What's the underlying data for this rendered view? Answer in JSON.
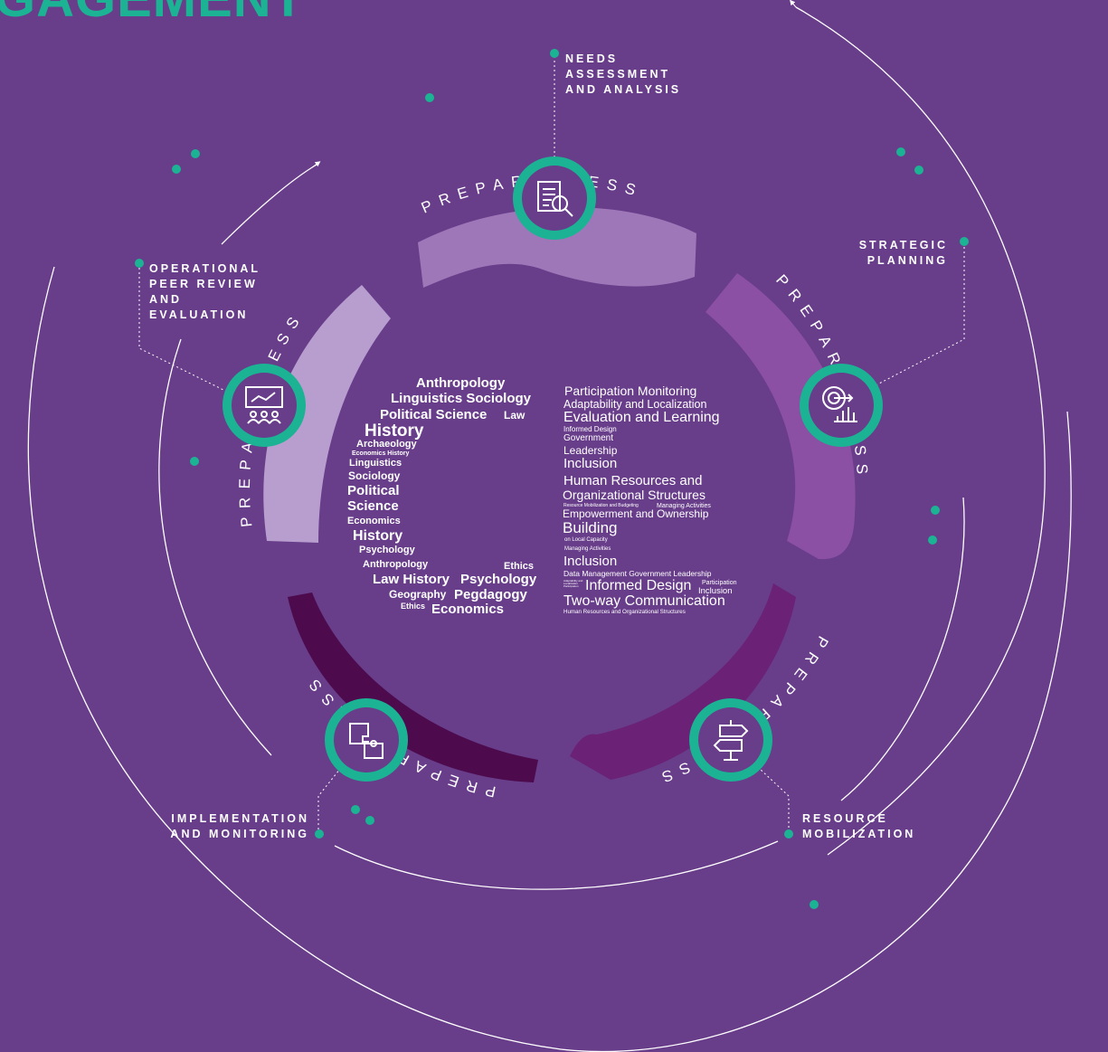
{
  "title": "GAGEMENT",
  "cycle_word": "PREPAREDNESS",
  "colors": {
    "background": "#683d8a",
    "accent": "#1bb394",
    "segment_top": "#9e77b9",
    "segment_right": "#8b4fa3",
    "segment_bottom_right": "#6b2175",
    "segment_bottom_left": "#4d0a4d",
    "segment_left": "#b79ecf",
    "text": "#ffffff"
  },
  "steps": [
    {
      "label": "NEEDS\nASSESSMENT\nAND ANALYSIS",
      "icon": "document-search-icon"
    },
    {
      "label": "STRATEGIC\nPLANNING",
      "icon": "target-chart-icon"
    },
    {
      "label": "RESOURCE\nMOBILIZATION",
      "icon": "signpost-icon"
    },
    {
      "label": "IMPLEMENTATION\nAND MONITORING",
      "icon": "puzzle-icon"
    },
    {
      "label": "OPERATIONAL\nPEER REVIEW\nAND\nEVALUATION",
      "icon": "presentation-icon"
    }
  ],
  "left_cloud": [
    "Anthropology",
    "Linguistics Sociology",
    "Political Science",
    "Law",
    "History",
    "Archaeology",
    "Economics History",
    "Linguistics",
    "Sociology",
    "Political",
    "Science",
    "Economics",
    "History",
    "Psychology",
    "Anthropology",
    "Ethics",
    "Law History",
    "Psychology",
    "Geography",
    "Pegdagogy",
    "Ethics",
    "Economics"
  ],
  "right_cloud": [
    "Participation  Monitoring",
    "Adaptability and Localization",
    "Evaluation and Learning",
    "Informed Design",
    "Government",
    "Leadership",
    "Inclusion",
    "Human Resources and",
    "Organizational Structures",
    "Resource Mobilization and Budgeting",
    "Managing Activities",
    "Empowerment and Ownership",
    "Building",
    "on Local Capacity",
    "Managing Activities",
    "Inclusion",
    "Data Management Government Leadership",
    "Adaptability and Localization Participation",
    "Informed Design",
    "Participation",
    "Inclusion",
    "Two-way Communication",
    "Human Resources and Organizational Structures"
  ]
}
